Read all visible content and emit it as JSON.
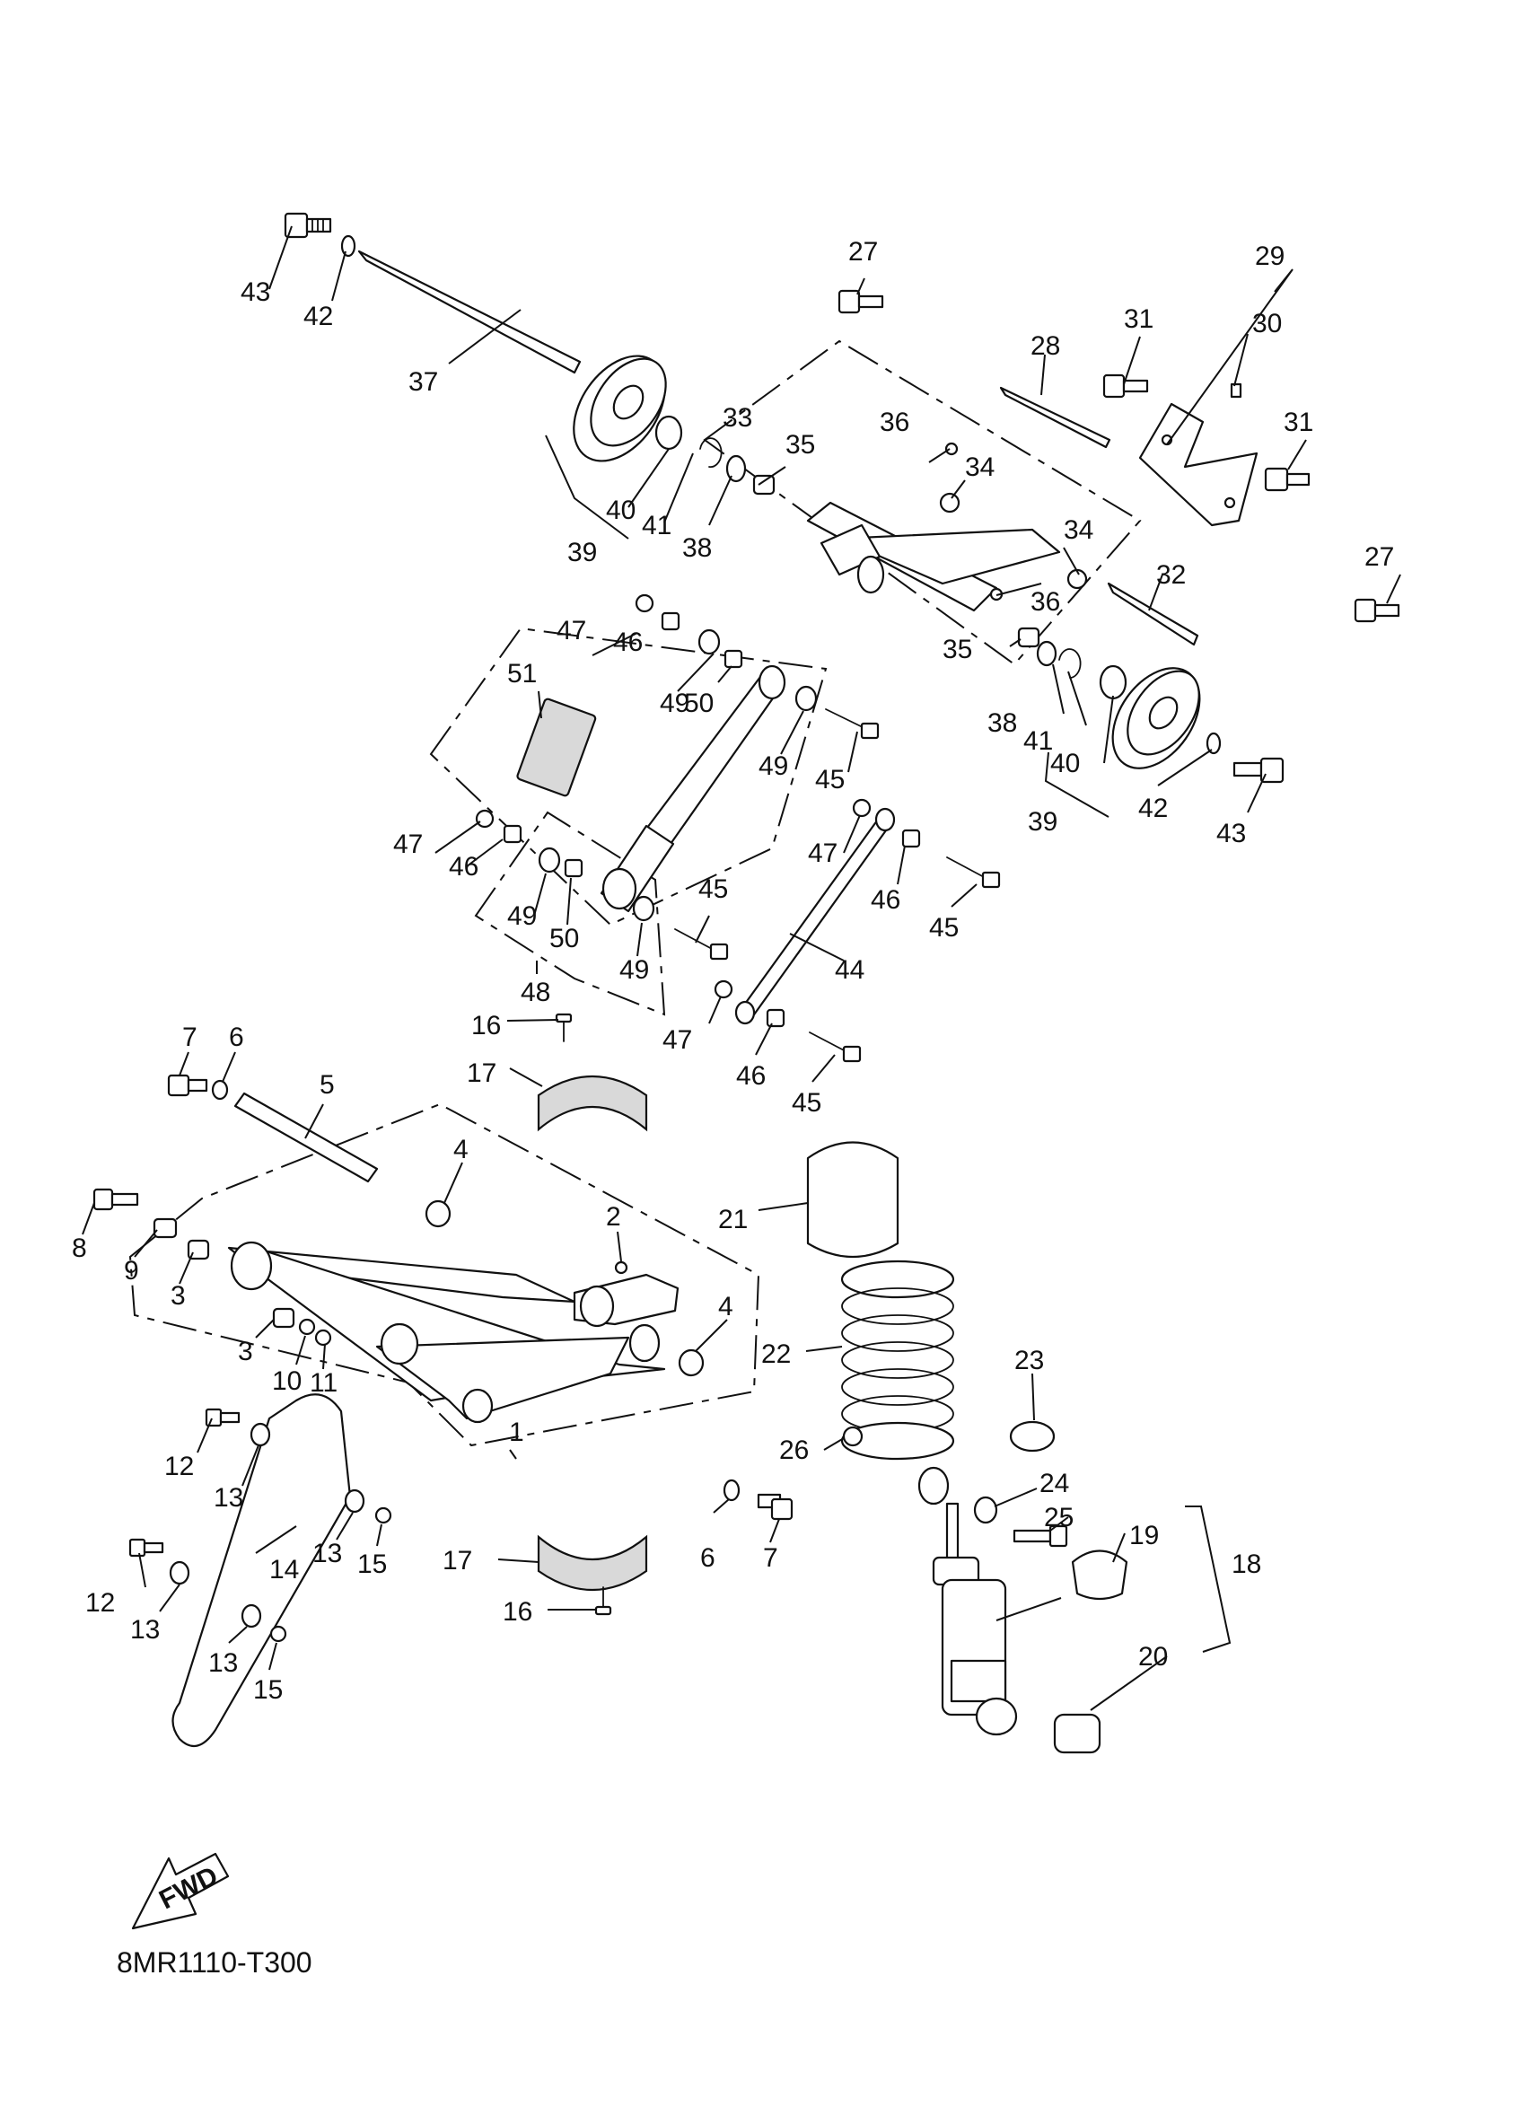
{
  "diagram_code": "8MR1110-T300",
  "fwd_label": "FWD",
  "icons": [
    "fwd-arrow-icon"
  ],
  "callouts": [
    "1",
    "2",
    "3",
    "3",
    "4",
    "4",
    "5",
    "6",
    "6",
    "7",
    "7",
    "8",
    "9",
    "10",
    "11",
    "12",
    "12",
    "13",
    "13",
    "13",
    "13",
    "14",
    "15",
    "15",
    "16",
    "16",
    "17",
    "17",
    "18",
    "19",
    "20",
    "21",
    "22",
    "23",
    "24",
    "25",
    "26",
    "27",
    "27",
    "28",
    "29",
    "30",
    "31",
    "31",
    "32",
    "33",
    "34",
    "34",
    "35",
    "35",
    "36",
    "36",
    "37",
    "38",
    "38",
    "39",
    "39",
    "40",
    "40",
    "41",
    "41",
    "42",
    "42",
    "43",
    "43",
    "44",
    "45",
    "45",
    "45",
    "45",
    "46",
    "46",
    "46",
    "46",
    "47",
    "47",
    "47",
    "47",
    "48",
    "49",
    "49",
    "49",
    "49",
    "50",
    "50",
    "51"
  ]
}
